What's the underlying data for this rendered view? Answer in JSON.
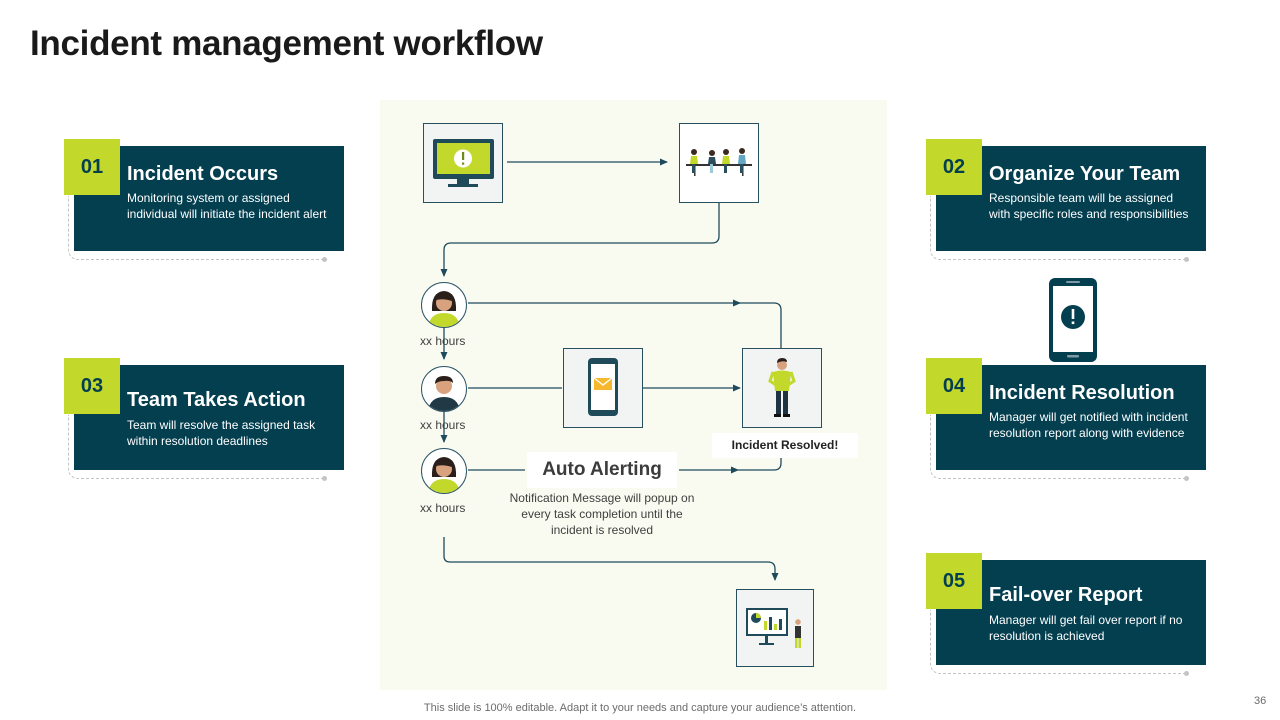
{
  "title": "Incident management workflow",
  "steps": [
    {
      "num": "01",
      "title": "Incident Occurs",
      "desc": "Monitoring system or assigned individual will initiate the incident alert"
    },
    {
      "num": "02",
      "title": "Organize Your Team",
      "desc": "Responsible team will be assigned with specific roles and responsibilities"
    },
    {
      "num": "03",
      "title": "Team Takes Action",
      "desc": "Team will resolve the assigned task within resolution deadlines"
    },
    {
      "num": "04",
      "title": "Incident Resolution",
      "desc": "Manager will get notified with incident resolution report along with evidence"
    },
    {
      "num": "05",
      "title": "Fail-over Report",
      "desc": "Manager will get fail over report if no resolution is achieved"
    }
  ],
  "flow": {
    "hours": [
      "xx hours",
      "xx hours",
      "xx hours"
    ],
    "auto_alerting_title": "Auto Alerting",
    "auto_alerting_desc": "Notification Message will popup on every task completion until the incident is resolved",
    "resolved_label": "Incident Resolved!"
  },
  "colors": {
    "dark_teal": "#043f50",
    "lime": "#c2d82b",
    "panel": "#f9fbf1"
  },
  "icons": [
    "monitor-alert-icon",
    "team-meeting-icon",
    "female-avatar-icon",
    "male-avatar-icon",
    "phone-message-icon",
    "person-standing-icon",
    "presentation-dashboard-icon",
    "phone-alert-icon"
  ],
  "footer": "This slide is 100% editable. Adapt it to your needs and capture your audience’s attention.",
  "page_number": "36"
}
